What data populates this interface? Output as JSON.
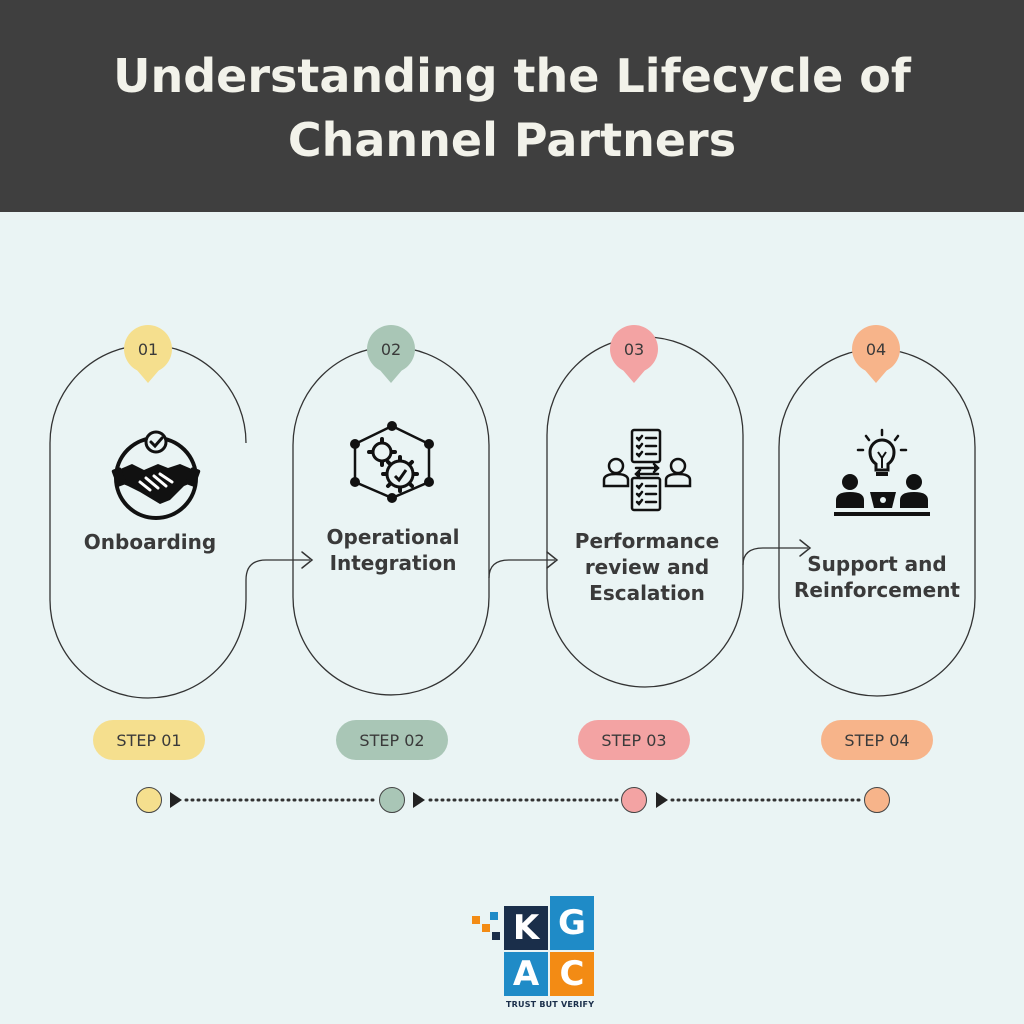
{
  "title": {
    "line1": "Understanding the Lifecycle of",
    "line2": "Channel Partners"
  },
  "stages": [
    {
      "number": "01",
      "label_lines": [
        "Onboarding"
      ],
      "step": "STEP 01",
      "color": "#f5df8e",
      "icon": "handshake-icon"
    },
    {
      "number": "02",
      "label_lines": [
        "Operational",
        "Integration"
      ],
      "step": "STEP 02",
      "color": "#a9c6b6",
      "icon": "gears-network-icon"
    },
    {
      "number": "03",
      "label_lines": [
        "Performance",
        "review and",
        "Escalation"
      ],
      "step": "STEP 03",
      "color": "#f3a3a3",
      "icon": "review-exchange-icon"
    },
    {
      "number": "04",
      "label_lines": [
        "Support and",
        "Reinforcement"
      ],
      "step": "STEP 04",
      "color": "#f7b48a",
      "icon": "idea-meeting-icon"
    }
  ],
  "logo": {
    "letters": [
      "K",
      "G",
      "A",
      "C"
    ],
    "tagline": "TRUST BUT VERIFY",
    "colors": {
      "navy": "#1a2e4a",
      "blue": "#1f8bc7",
      "orange": "#f38b14"
    }
  }
}
